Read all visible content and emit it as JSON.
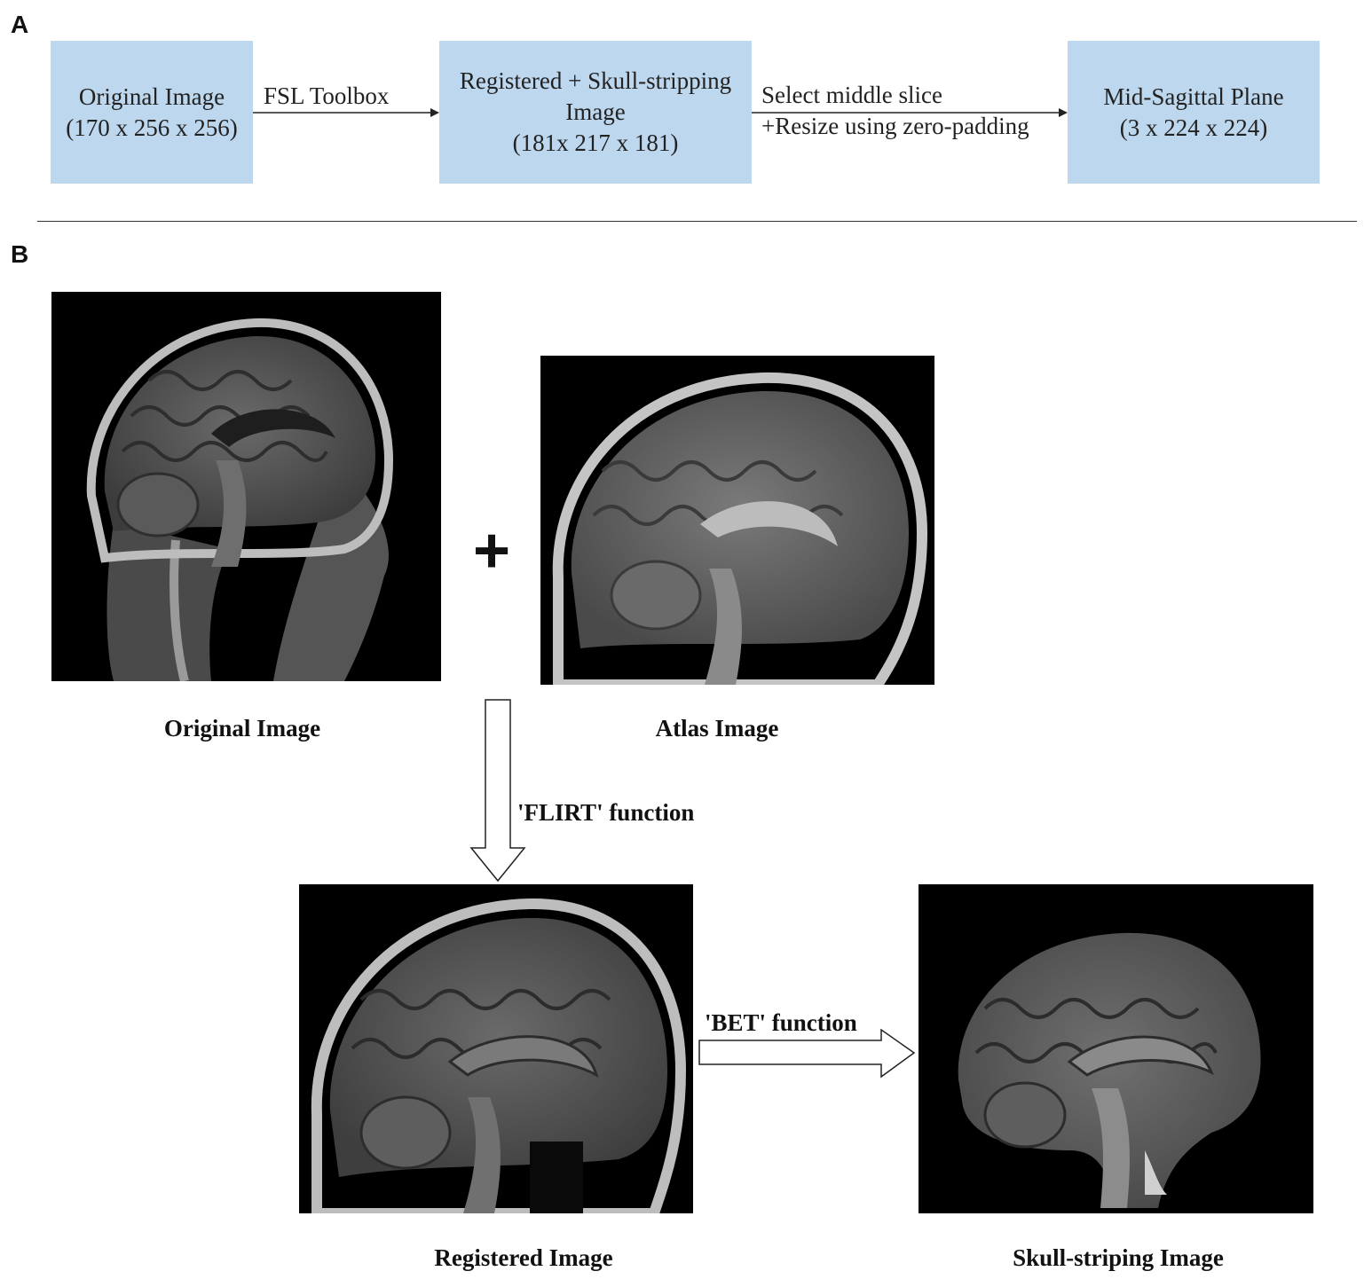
{
  "panel_a": {
    "letter": "A",
    "box_original": {
      "line1": "Original Image",
      "line2": "(170 x 256 x 256)"
    },
    "arrow1_label": "FSL Toolbox",
    "box_registered": {
      "line1": "Registered + Skull-stripping",
      "line2": "Image",
      "line3": "(181x 217 x 181)"
    },
    "arrow2_label": {
      "line1": "Select middle slice",
      "line2": "+Resize using zero-padding"
    },
    "box_midsagittal": {
      "line1": "Mid-Sagittal Plane",
      "line2": "(3 x 224 x 224)"
    }
  },
  "panel_b": {
    "letter": "B",
    "plus_sign": "+",
    "caption_original": "Original Image",
    "caption_atlas": "Atlas Image",
    "flirt_label": "'FLIRT' function",
    "bet_label": "'BET' function",
    "caption_registered": "Registered Image",
    "caption_skull": "Skull-striping Image"
  }
}
